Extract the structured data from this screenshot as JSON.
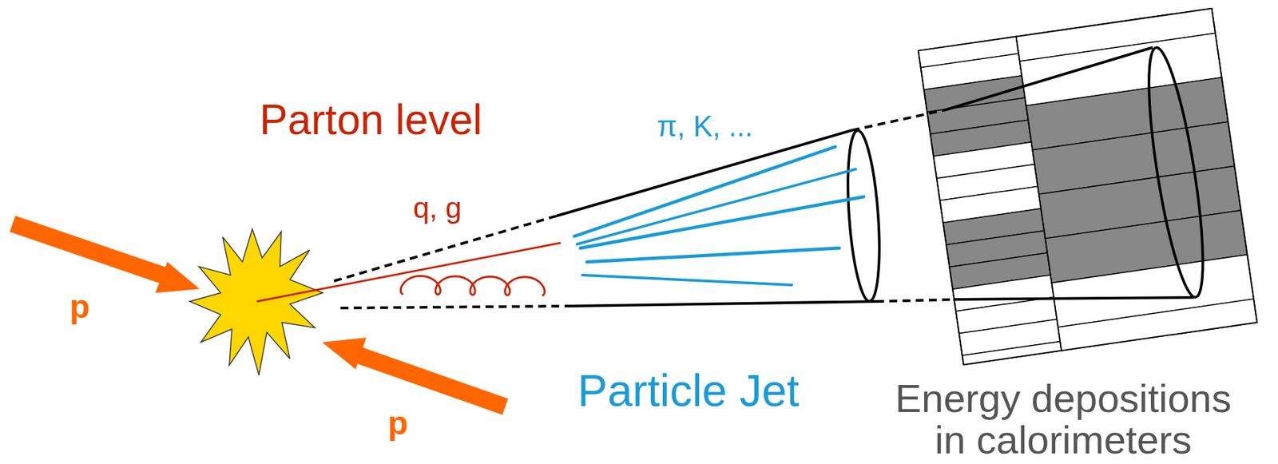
{
  "diagram": {
    "labels": [
      "Parton level",
      "q, g",
      "π, K, ...",
      "Particle Jet",
      "Energy depositions in calorimeters",
      "p",
      "p"
    ]
  }
}
